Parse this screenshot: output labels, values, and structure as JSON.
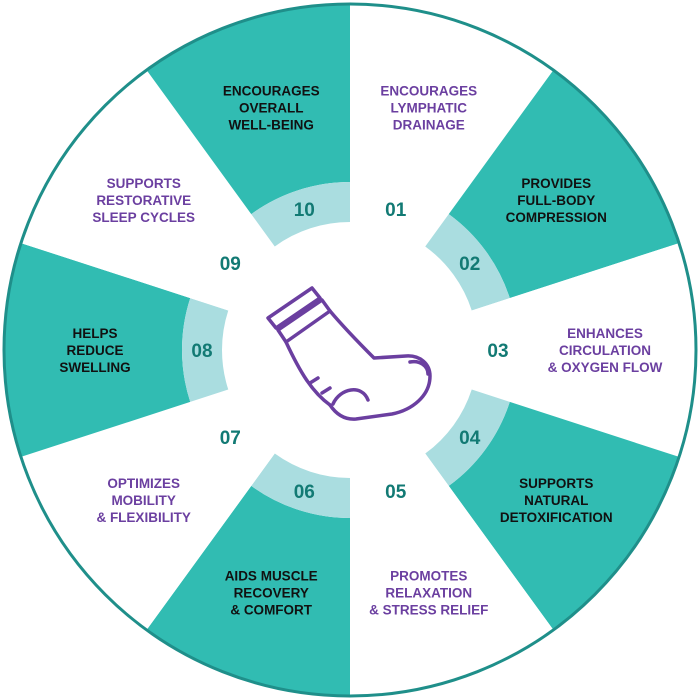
{
  "colors": {
    "teal": "#31bcb2",
    "light_teal": "#aadde0",
    "border": "#1f8f8a",
    "purple": "#6b3fa0",
    "dark_text": "#111111",
    "number": "#127a74",
    "white": "#ffffff"
  },
  "center_icon": "compression-boot-icon",
  "segments": [
    {
      "number": "01",
      "lines": [
        "ENCOURAGES",
        "LYMPHATIC",
        "DRAINAGE"
      ],
      "style": "white"
    },
    {
      "number": "02",
      "lines": [
        "PROVIDES",
        "FULL-BODY",
        "COMPRESSION"
      ],
      "style": "teal"
    },
    {
      "number": "03",
      "lines": [
        "ENHANCES",
        "CIRCULATION",
        "& OXYGEN FLOW"
      ],
      "style": "white"
    },
    {
      "number": "04",
      "lines": [
        "SUPPORTS",
        "NATURAL",
        "DETOXIFICATION"
      ],
      "style": "teal"
    },
    {
      "number": "05",
      "lines": [
        "PROMOTES",
        "RELAXATION",
        "& STRESS RELIEF"
      ],
      "style": "white"
    },
    {
      "number": "06",
      "lines": [
        "AIDS MUSCLE",
        "RECOVERY",
        "& COMFORT"
      ],
      "style": "teal"
    },
    {
      "number": "07",
      "lines": [
        "OPTIMIZES",
        "MOBILITY",
        "& FLEXIBILITY"
      ],
      "style": "white"
    },
    {
      "number": "08",
      "lines": [
        "HELPS",
        "REDUCE",
        "SWELLING"
      ],
      "style": "teal"
    },
    {
      "number": "09",
      "lines": [
        "SUPPORTS",
        "RESTORATIVE",
        "SLEEP CYCLES"
      ],
      "style": "white"
    },
    {
      "number": "10",
      "lines": [
        "ENCOURAGES",
        "OVERALL",
        "WELL-BEING"
      ],
      "style": "teal"
    }
  ]
}
